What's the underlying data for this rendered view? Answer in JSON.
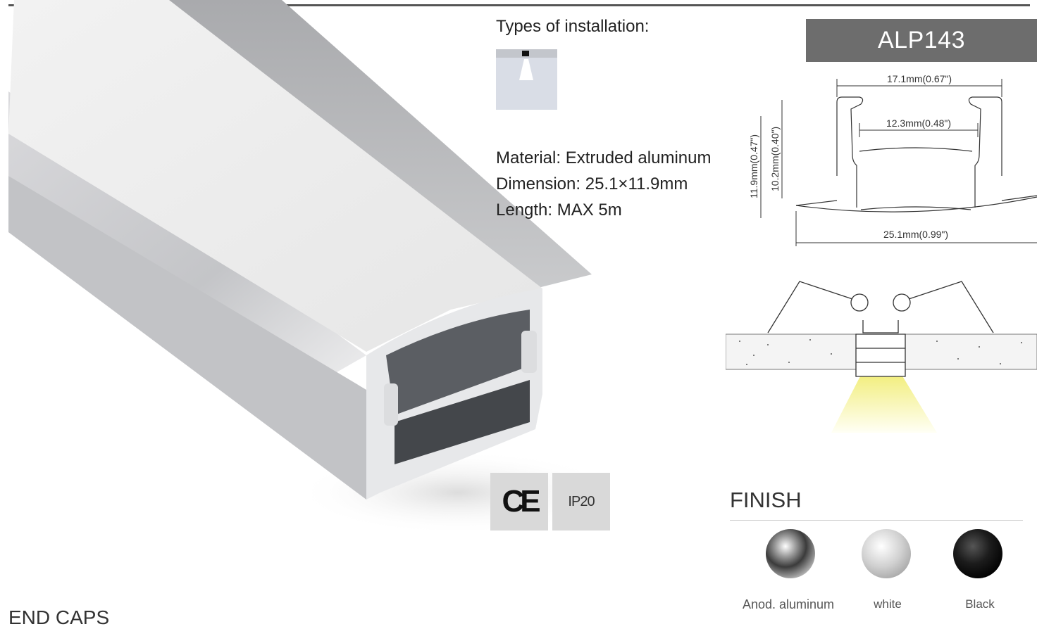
{
  "install": {
    "title": "Types of installation:"
  },
  "model": "ALP143",
  "specs": [
    "Material: Extruded aluminum",
    "Dimension: 25.1×11.9mm",
    "Length: MAX 5m"
  ],
  "dimensions": {
    "top_width": "17.1mm(0.67\")",
    "inner_width": "12.3mm(0.48\")",
    "bottom_width": "25.1mm(0.99\")",
    "total_height": "11.9mm(0.47\")",
    "inner_height": "10.2mm(0.40\")"
  },
  "badges": {
    "ce": "CE",
    "ip": "IP20"
  },
  "finish": {
    "title": "FINISH",
    "options": [
      {
        "label": "Anod. aluminum"
      },
      {
        "label": "white"
      },
      {
        "label": "Black"
      }
    ]
  },
  "endcaps": "END CAPS",
  "colors": {
    "model_bg": "#6d6d6d",
    "badge_bg": "#d9d9d9",
    "light": "#f4ef9a"
  }
}
